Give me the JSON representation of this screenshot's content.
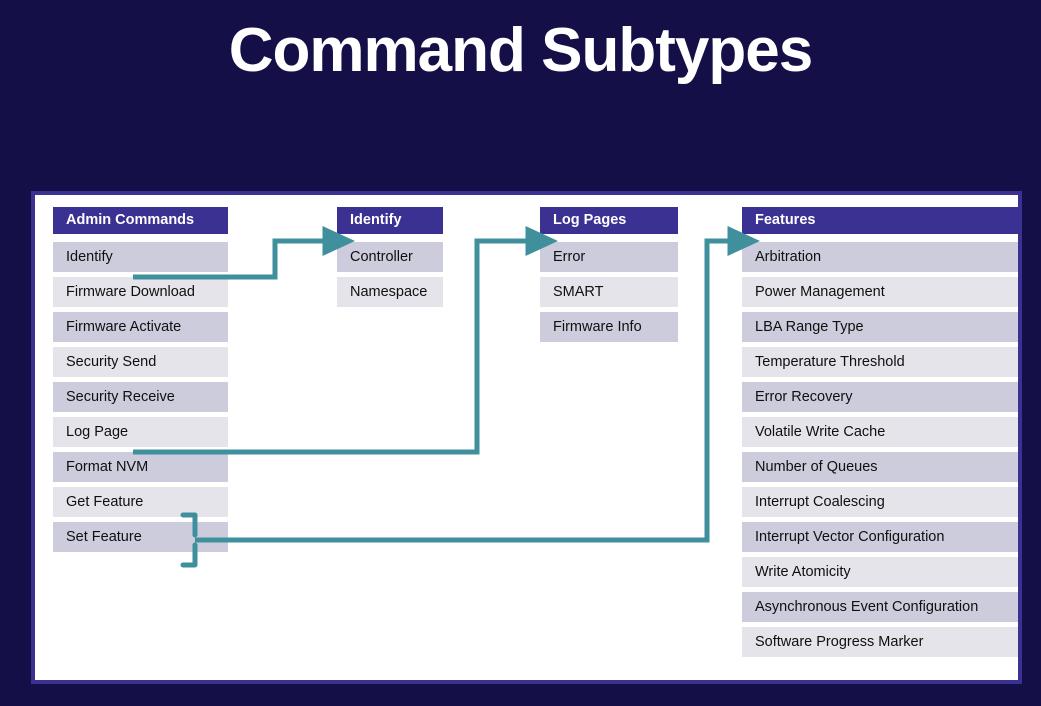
{
  "slide": {
    "title": "Command Subtypes"
  },
  "theme": {
    "background": "#141047",
    "panel_background": "#ffffff",
    "panel_border": "#3b3193",
    "header_background": "#3b3193",
    "header_text": "#ffffff",
    "row_dark": "#ccccdc",
    "row_light": "#e4e4ea",
    "row_text": "#101010",
    "connector": "#3f8f9c"
  },
  "diagram": {
    "type": "hierarchy",
    "columns": [
      {
        "id": "admin",
        "header": "Admin Commands",
        "rows": [
          "Identify",
          "Firmware Download",
          "Firmware Activate",
          "Security Send",
          "Security Receive",
          "Log Page",
          "Format NVM",
          "Get Feature",
          "Set Feature"
        ]
      },
      {
        "id": "identify",
        "header": "Identify",
        "rows": [
          "Controller",
          "Namespace"
        ]
      },
      {
        "id": "logpages",
        "header": "Log Pages",
        "rows": [
          "Error",
          "SMART",
          "Firmware Info"
        ]
      },
      {
        "id": "features",
        "header": "Features",
        "rows": [
          "Arbitration",
          "Power Management",
          "LBA Range Type",
          "Temperature Threshold",
          "Error Recovery",
          "Volatile Write Cache",
          "Number of Queues",
          "Interrupt Coalescing",
          "Interrupt Vector Configuration",
          "Write Atomicity",
          "Asynchronous Event Configuration",
          "Software Progress Marker"
        ]
      }
    ],
    "connectors": [
      {
        "from": "admin.Identify",
        "to": "identify"
      },
      {
        "from": "admin.Log Page",
        "to": "logpages"
      },
      {
        "from": "admin.Get Feature+Set Feature",
        "to": "features"
      }
    ]
  }
}
